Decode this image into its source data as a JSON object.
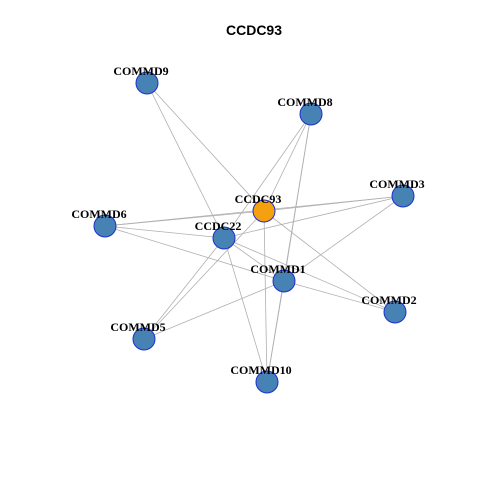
{
  "title": "CCDC93",
  "colors": {
    "edge": "#b0b0b0",
    "node_fill": "#4682b4",
    "node_stroke": "#1c2fd0",
    "hub_fill": "#f5a00f",
    "hub_stroke": "#1c2fd0"
  },
  "nodes": [
    {
      "id": "COMMD9",
      "label": "COMMD9",
      "hub": false
    },
    {
      "id": "COMMD8",
      "label": "COMMD8",
      "hub": false
    },
    {
      "id": "COMMD3",
      "label": "COMMD3",
      "hub": false
    },
    {
      "id": "CCDC93",
      "label": "CCDC93",
      "hub": true
    },
    {
      "id": "COMMD6",
      "label": "COMMD6",
      "hub": false
    },
    {
      "id": "CCDC22",
      "label": "CCDC22",
      "hub": false
    },
    {
      "id": "COMMD1",
      "label": "COMMD1",
      "hub": false
    },
    {
      "id": "COMMD2",
      "label": "COMMD2",
      "hub": false
    },
    {
      "id": "COMMD5",
      "label": "COMMD5",
      "hub": false
    },
    {
      "id": "COMMD10",
      "label": "COMMD10",
      "hub": false
    }
  ],
  "edges": [
    [
      "COMMD9",
      "CCDC93"
    ],
    [
      "COMMD9",
      "CCDC22"
    ],
    [
      "COMMD8",
      "CCDC22"
    ],
    [
      "COMMD8",
      "CCDC93"
    ],
    [
      "COMMD8",
      "COMMD1"
    ],
    [
      "COMMD8",
      "COMMD10"
    ],
    [
      "COMMD3",
      "COMMD6"
    ],
    [
      "COMMD3",
      "CCDC22"
    ],
    [
      "COMMD3",
      "COMMD1"
    ],
    [
      "COMMD3",
      "CCDC93"
    ],
    [
      "CCDC93",
      "COMMD6"
    ],
    [
      "CCDC93",
      "COMMD2"
    ],
    [
      "CCDC93",
      "COMMD5"
    ],
    [
      "CCDC93",
      "COMMD10"
    ],
    [
      "COMMD6",
      "CCDC22"
    ],
    [
      "COMMD6",
      "COMMD1"
    ],
    [
      "CCDC22",
      "COMMD1"
    ],
    [
      "CCDC22",
      "COMMD2"
    ],
    [
      "CCDC22",
      "COMMD5"
    ],
    [
      "CCDC22",
      "COMMD10"
    ],
    [
      "COMMD1",
      "COMMD2"
    ],
    [
      "COMMD1",
      "COMMD5"
    ],
    [
      "COMMD1",
      "COMMD10"
    ]
  ]
}
